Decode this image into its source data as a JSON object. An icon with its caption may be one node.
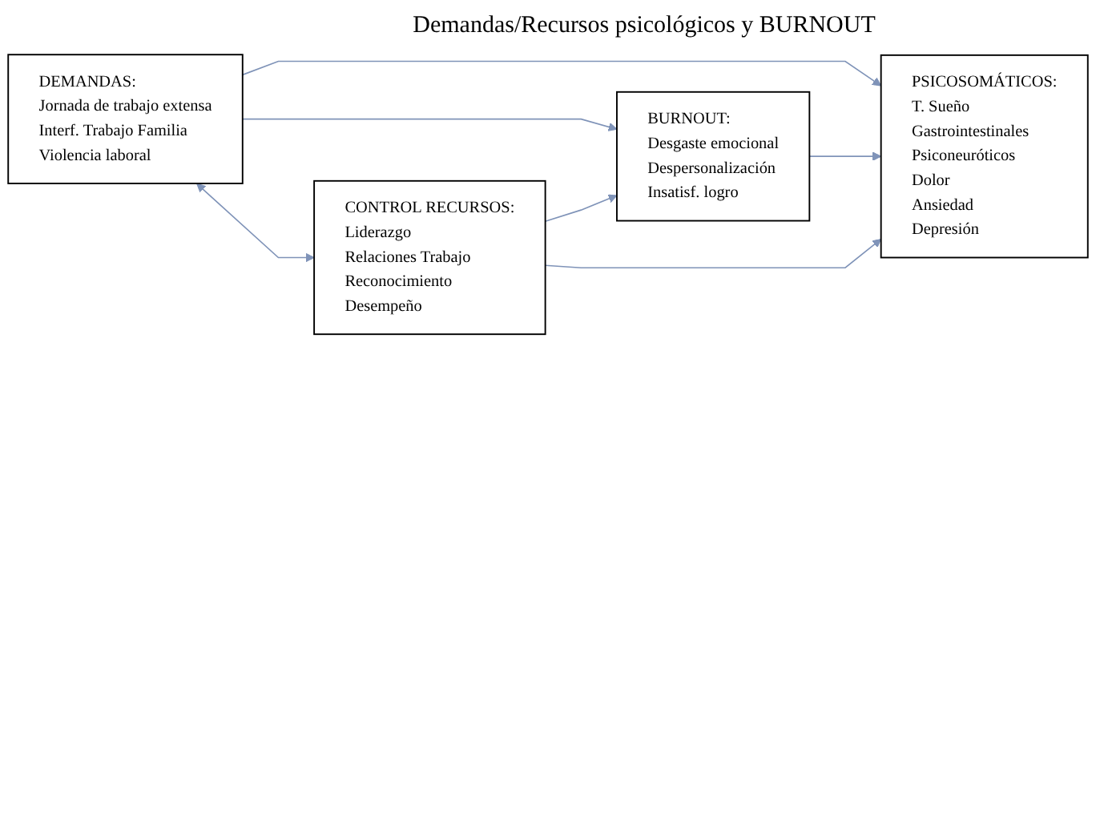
{
  "diagram": {
    "title": "Demandas/Recursos psicológicos y BURNOUT",
    "nodes": [
      {
        "text": [
          "DEMANDAS:",
          "Jornada de trabajo extensa",
          "Interf. Trabajo Familia",
          "Violencia laboral"
        ]
      },
      {
        "text": [
          "BURNOUT:",
          "Desgaste emocional",
          "Despersonalización",
          "Insatisf. logro"
        ]
      },
      {
        "text": [
          "PSICOSOMÁTICOS:",
          "T. Sueño",
          "Gastrointestinales",
          "Psiconeuróticos",
          "Dolor",
          "Ansiedad",
          "Depresión"
        ]
      },
      {
        "text": [
          "CONTROL RECURSOS:",
          "Liderazgo",
          "Relaciones Trabajo",
          "Reconocimiento",
          "Desempeño"
        ]
      }
    ],
    "edges": [
      {
        "from": 0,
        "to": 1,
        "arrow": "to"
      },
      {
        "from": 0,
        "to": 2,
        "arrow": "to"
      },
      {
        "from": 0,
        "to": 3,
        "arrow": "both"
      },
      {
        "from": 1,
        "to": 2,
        "arrow": "to"
      },
      {
        "from": 3,
        "to": 1,
        "arrow": "to"
      },
      {
        "from": 3,
        "to": 2,
        "arrow": "to"
      }
    ]
  }
}
